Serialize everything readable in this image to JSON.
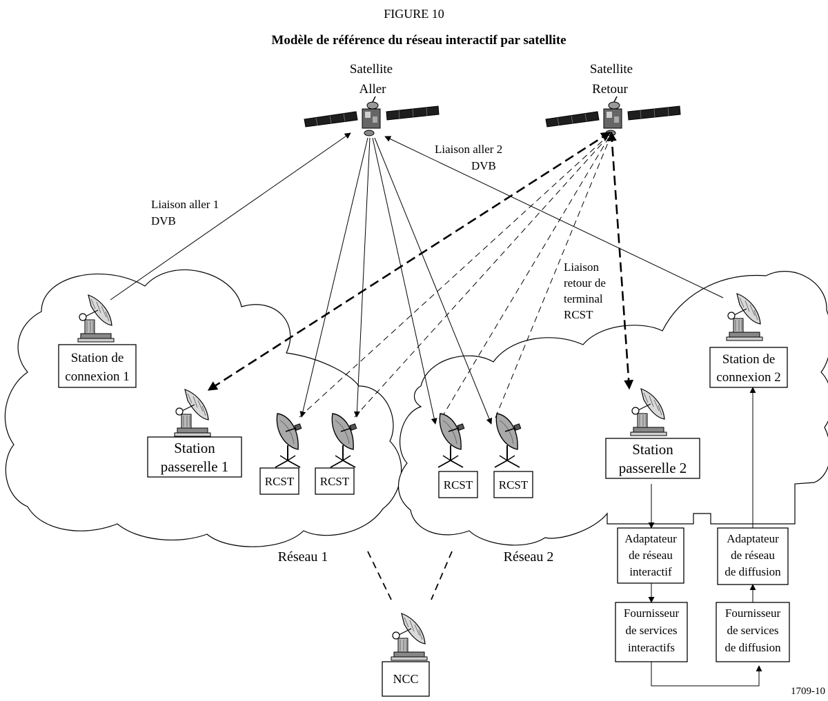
{
  "figure": {
    "number": "FIGURE 10",
    "title": "Modèle de référence du réseau interactif par satellite",
    "id": "1709-10"
  },
  "satellites": {
    "forward": {
      "line1": "Satellite",
      "line2": "Aller"
    },
    "return": {
      "line1": "Satellite",
      "line2": "Retour"
    }
  },
  "links": {
    "forward1": {
      "line1": "Liaison aller 1",
      "line2": "DVB"
    },
    "forward2": {
      "line1": "Liaison aller 2",
      "line2": "DVB"
    },
    "rcst_return": {
      "line1": "Liaison",
      "line2": "retour de",
      "line3": "terminal",
      "line4": "RCST"
    }
  },
  "stations": {
    "connexion1": {
      "line1": "Station de",
      "line2": "connexion 1"
    },
    "connexion2": {
      "line1": "Station de",
      "line2": "connexion 2"
    },
    "passerelle1": {
      "line1": "Station",
      "line2": "passerelle 1"
    },
    "passerelle2": {
      "line1": "Station",
      "line2": "passerelle 2"
    }
  },
  "terminals": {
    "label": "RCST"
  },
  "networks": {
    "net1": "Réseau 1",
    "net2": "Réseau 2"
  },
  "ncc": "NCC",
  "adapters": {
    "interactive": {
      "line1": "Adaptateur",
      "line2": "de réseau",
      "line3": "interactif"
    },
    "broadcast": {
      "line1": "Adaptateur",
      "line2": "de réseau",
      "line3": "de diffusion"
    }
  },
  "providers": {
    "interactive": {
      "line1": "Fournisseur",
      "line2": "de services",
      "line3": "interactifs"
    },
    "broadcast": {
      "line1": "Fournisseur",
      "line2": "de services",
      "line3": "de diffusion"
    }
  }
}
